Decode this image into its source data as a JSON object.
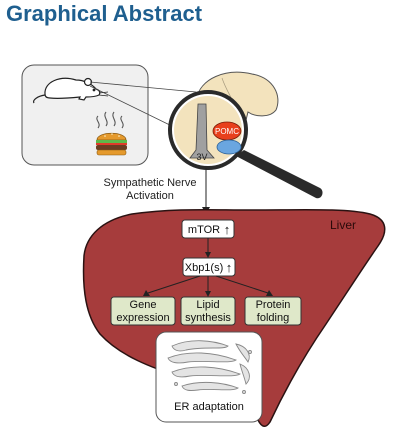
{
  "title": "Graphical Abstract",
  "brain_labels": {
    "pomc": "POMC",
    "ventricle": "3V"
  },
  "arrow_label": {
    "line1": "Sympathetic Nerve",
    "line2": "Activation"
  },
  "organ_label": "Liver",
  "signaling": {
    "mtor": "mTOR",
    "mtor_arrow": "↑",
    "xbp1": "Xbp1(s)",
    "xbp1_arrow": "↑"
  },
  "outputs": [
    {
      "line1": "Gene",
      "line2": "expression"
    },
    {
      "line1": "Lipid",
      "line2": "synthesis"
    },
    {
      "line1": "Protein",
      "line2": "folding"
    }
  ],
  "er_label": "ER adaptation",
  "colors": {
    "title": "#1f5f8f",
    "liver": "#a63c3c",
    "liver_stroke": "#2a1212",
    "output_box": "#dfe8c9",
    "pomc": "#e8401c",
    "pomc_lower": "#6aa6e0",
    "brain": "#f3e3bd"
  }
}
